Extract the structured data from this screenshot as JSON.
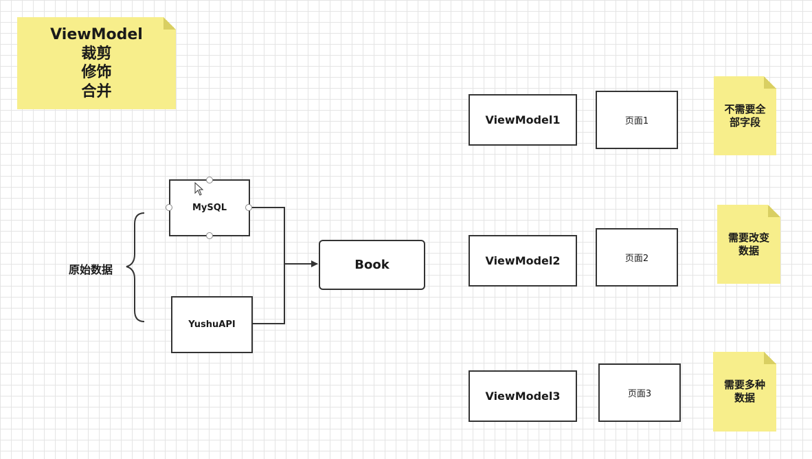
{
  "title_note": {
    "text": "ViewModel\n裁剪\n修饰\n合并"
  },
  "source_label": "原始数据",
  "sources": {
    "mysql": "MySQL",
    "yushu": "YushuAPI"
  },
  "book": "Book",
  "view_models": [
    "ViewModel1",
    "ViewModel2",
    "ViewModel3"
  ],
  "pages": [
    "页面1",
    "页面2",
    "页面3"
  ],
  "side_notes": [
    "不需要全\n部字段",
    "需要改变\n数据",
    "需要多种\n数据"
  ]
}
